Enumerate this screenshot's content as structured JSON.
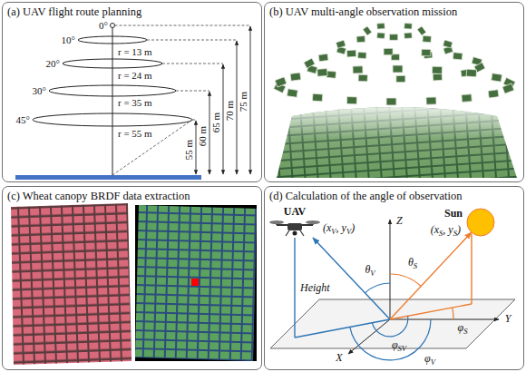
{
  "diagram": {
    "nodes": [
      {
        "text": [
          "(a) UAV flight route planning"
        ]
      },
      {
        "text": [
          "(b) UAV multi-angle observation mission"
        ]
      },
      {
        "text": [
          "(c) Wheat canopy BRDF data extraction"
        ]
      },
      {
        "text": [
          "(d) Calculation of the angle of observation"
        ]
      }
    ],
    "labels": [
      "0°",
      "10°",
      "r = 13 m",
      "20°",
      "r = 24 m",
      "30°",
      "r = 35 m",
      "45°",
      "r = 55 m",
      "55 m",
      "60 m",
      "65 m",
      "70 m",
      "75 m",
      "UAV",
      "(xV, yV)",
      "Z",
      "Sun",
      "(xS, yS)",
      "θV",
      "θS",
      "Height",
      "Y",
      "φS",
      "φSV",
      "X",
      "φV"
    ]
  }
}
